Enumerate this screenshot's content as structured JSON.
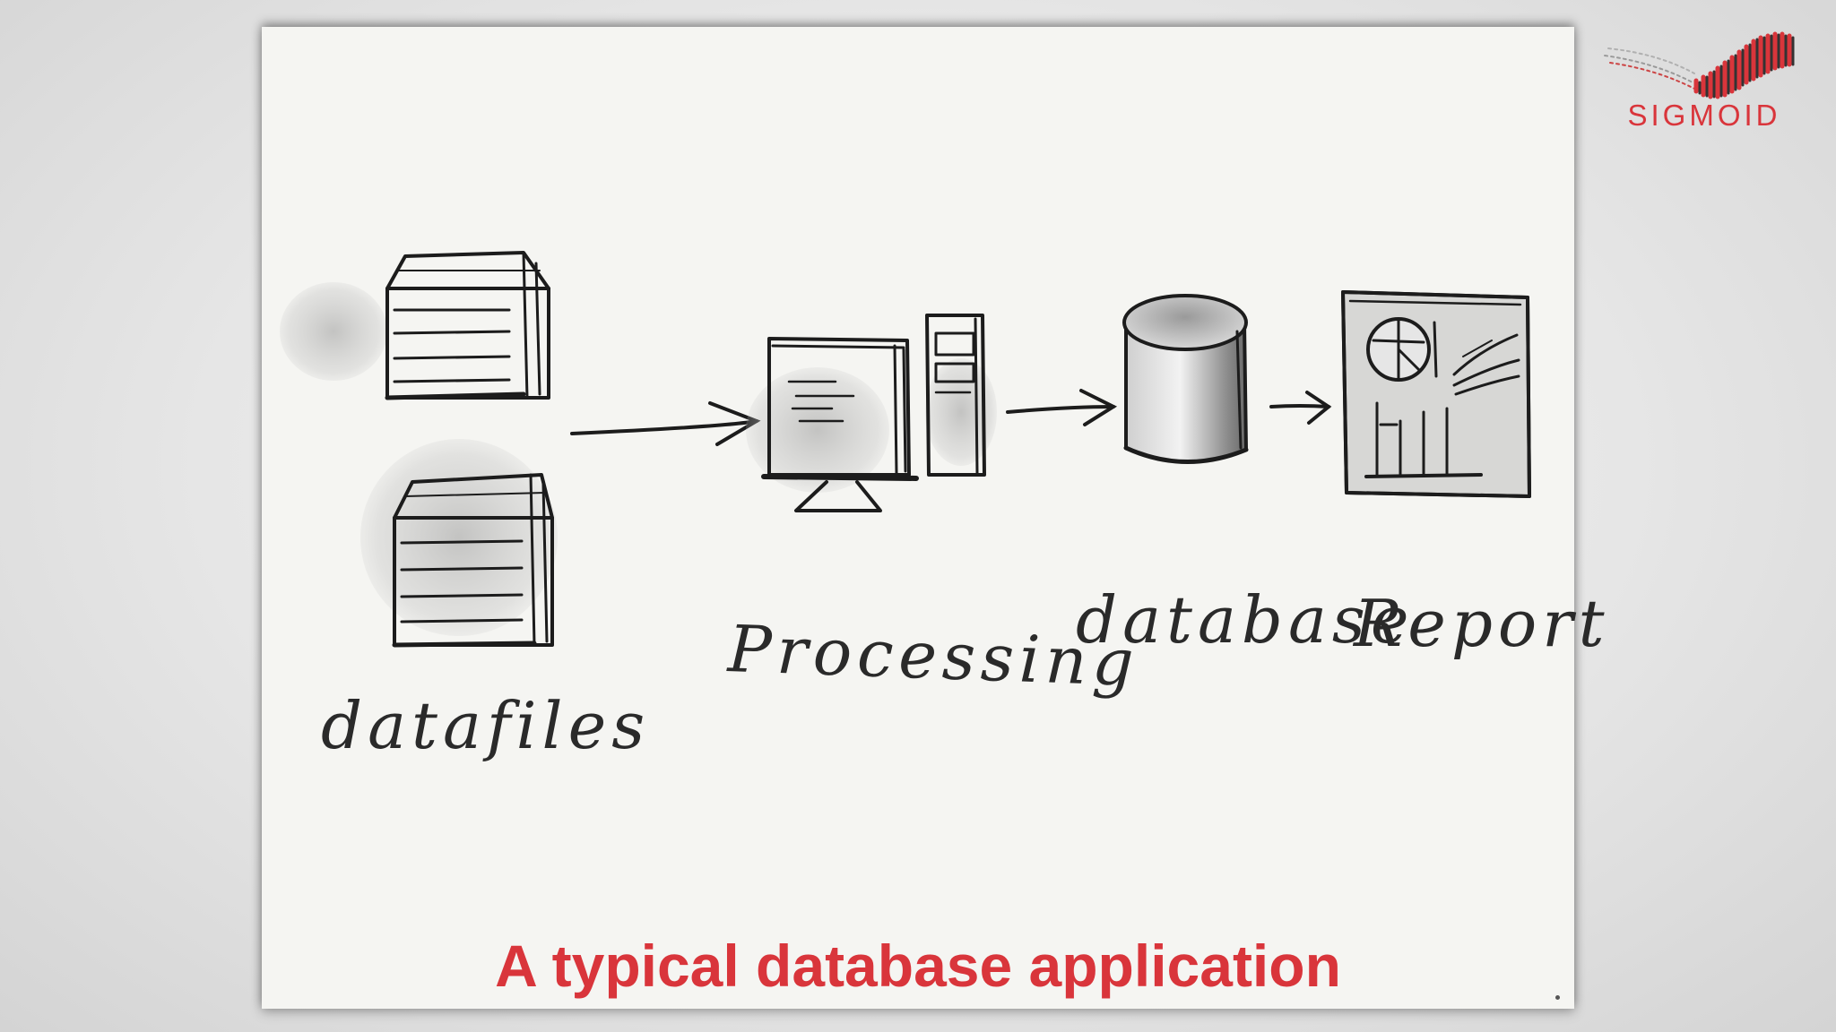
{
  "diagram": {
    "labels": {
      "datafiles": "datafiles",
      "processing": "Processing",
      "database": "database",
      "report": "Report"
    }
  },
  "caption": "A typical database application",
  "logo": {
    "text": "SIGMOID",
    "icon": "sigmoid-wave-logo-icon"
  },
  "colors": {
    "accent": "#d9353b",
    "slide_bg": "#f5f5f2",
    "ink": "#2a2a2a"
  }
}
